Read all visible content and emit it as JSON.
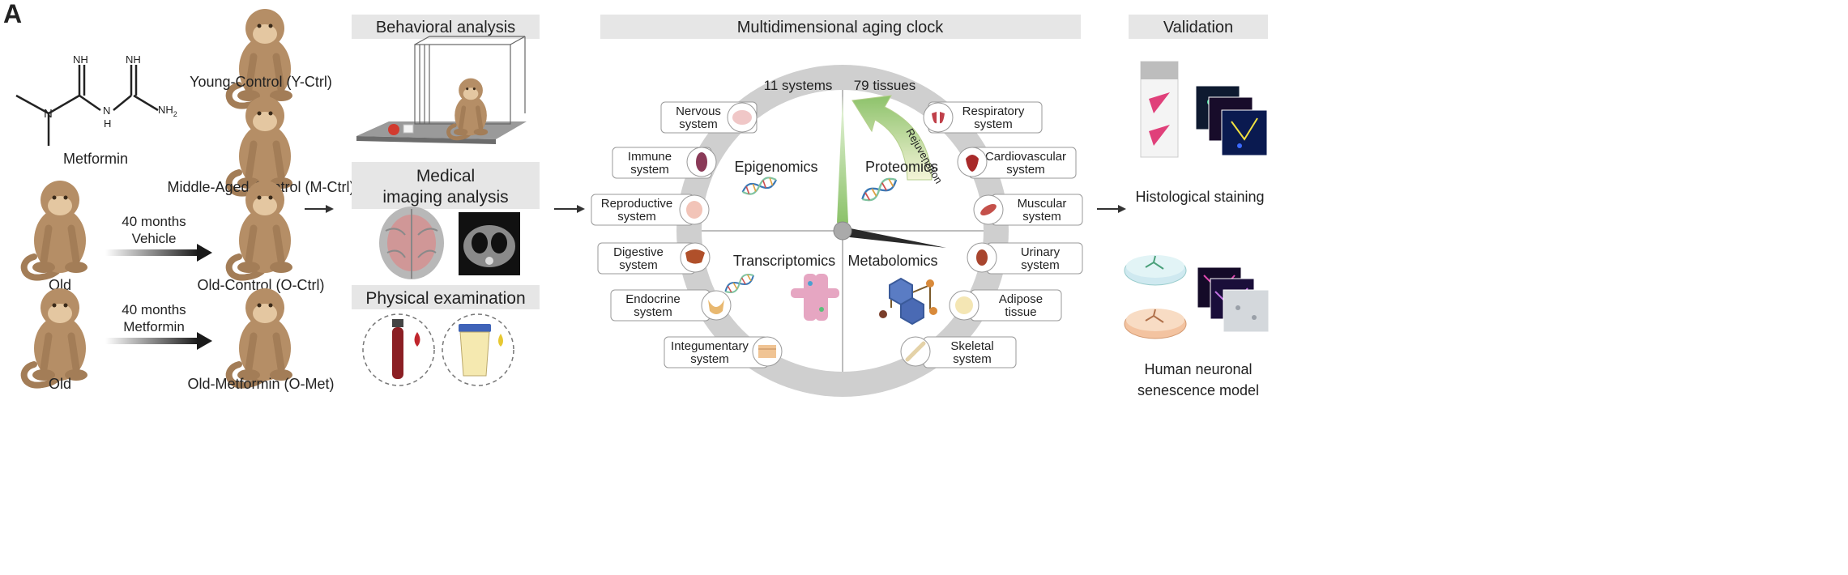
{
  "panel_label": "A",
  "metformin": {
    "name": "Metformin",
    "nh_a": "NH",
    "nh_b": "NH",
    "nh_c": "N",
    "h": "H",
    "nh2": "NH",
    "nh2_sub": "2"
  },
  "groups": {
    "young": "Young-Control (Y-Ctrl)",
    "middle": "Middle-Aged-Control (M-Ctrl)",
    "old_control": "Old-Control (O-Ctrl)",
    "old_met": "Old-Metformin (O-Met)",
    "old_label_1": "Old",
    "old_label_2": "Old"
  },
  "treatments": {
    "vehicle_line1": "40 months",
    "vehicle_line2": "Vehicle",
    "met_line1": "40 months",
    "met_line2": "Metformin"
  },
  "headers": {
    "behavioral": "Behavioral analysis",
    "medical_line1": "Medical",
    "medical_line2": "imaging analysis",
    "physical": "Physical examination",
    "clock": "Multidimensional aging clock",
    "validation": "Validation"
  },
  "clock": {
    "systems_count": "11 systems",
    "tissues_count": "79 tissues",
    "rejuvenation": "Rejuvenation",
    "quadrants": [
      "Epigenomics",
      "Proteomics",
      "Transcriptomics",
      "Metabolomics"
    ],
    "left_systems": [
      {
        "line1": "Nervous",
        "line2": "system"
      },
      {
        "line1": "Immune",
        "line2": "system"
      },
      {
        "line1": "Reproductive",
        "line2": "system"
      },
      {
        "line1": "Digestive",
        "line2": "system"
      },
      {
        "line1": "Endocrine",
        "line2": "system"
      },
      {
        "line1": "Integumentary",
        "line2": "system"
      }
    ],
    "right_systems": [
      {
        "line1": "Respiratory",
        "line2": "system"
      },
      {
        "line1": "Cardiovascular",
        "line2": "system"
      },
      {
        "line1": "Muscular",
        "line2": "system"
      },
      {
        "line1": "Urinary",
        "line2": "system"
      },
      {
        "line1": "Adipose",
        "line2": "tissue"
      },
      {
        "line1": "Skeletal",
        "line2": "system"
      }
    ]
  },
  "validation": {
    "histology": "Histological staining",
    "senescence_line1": "Human neuronal",
    "senescence_line2": "senescence model"
  },
  "colors": {
    "header_bg": "#e6e6e6",
    "ring": "#cfcfcf",
    "monkey": "#b58e66",
    "arrow_green": "#8cc26a"
  }
}
